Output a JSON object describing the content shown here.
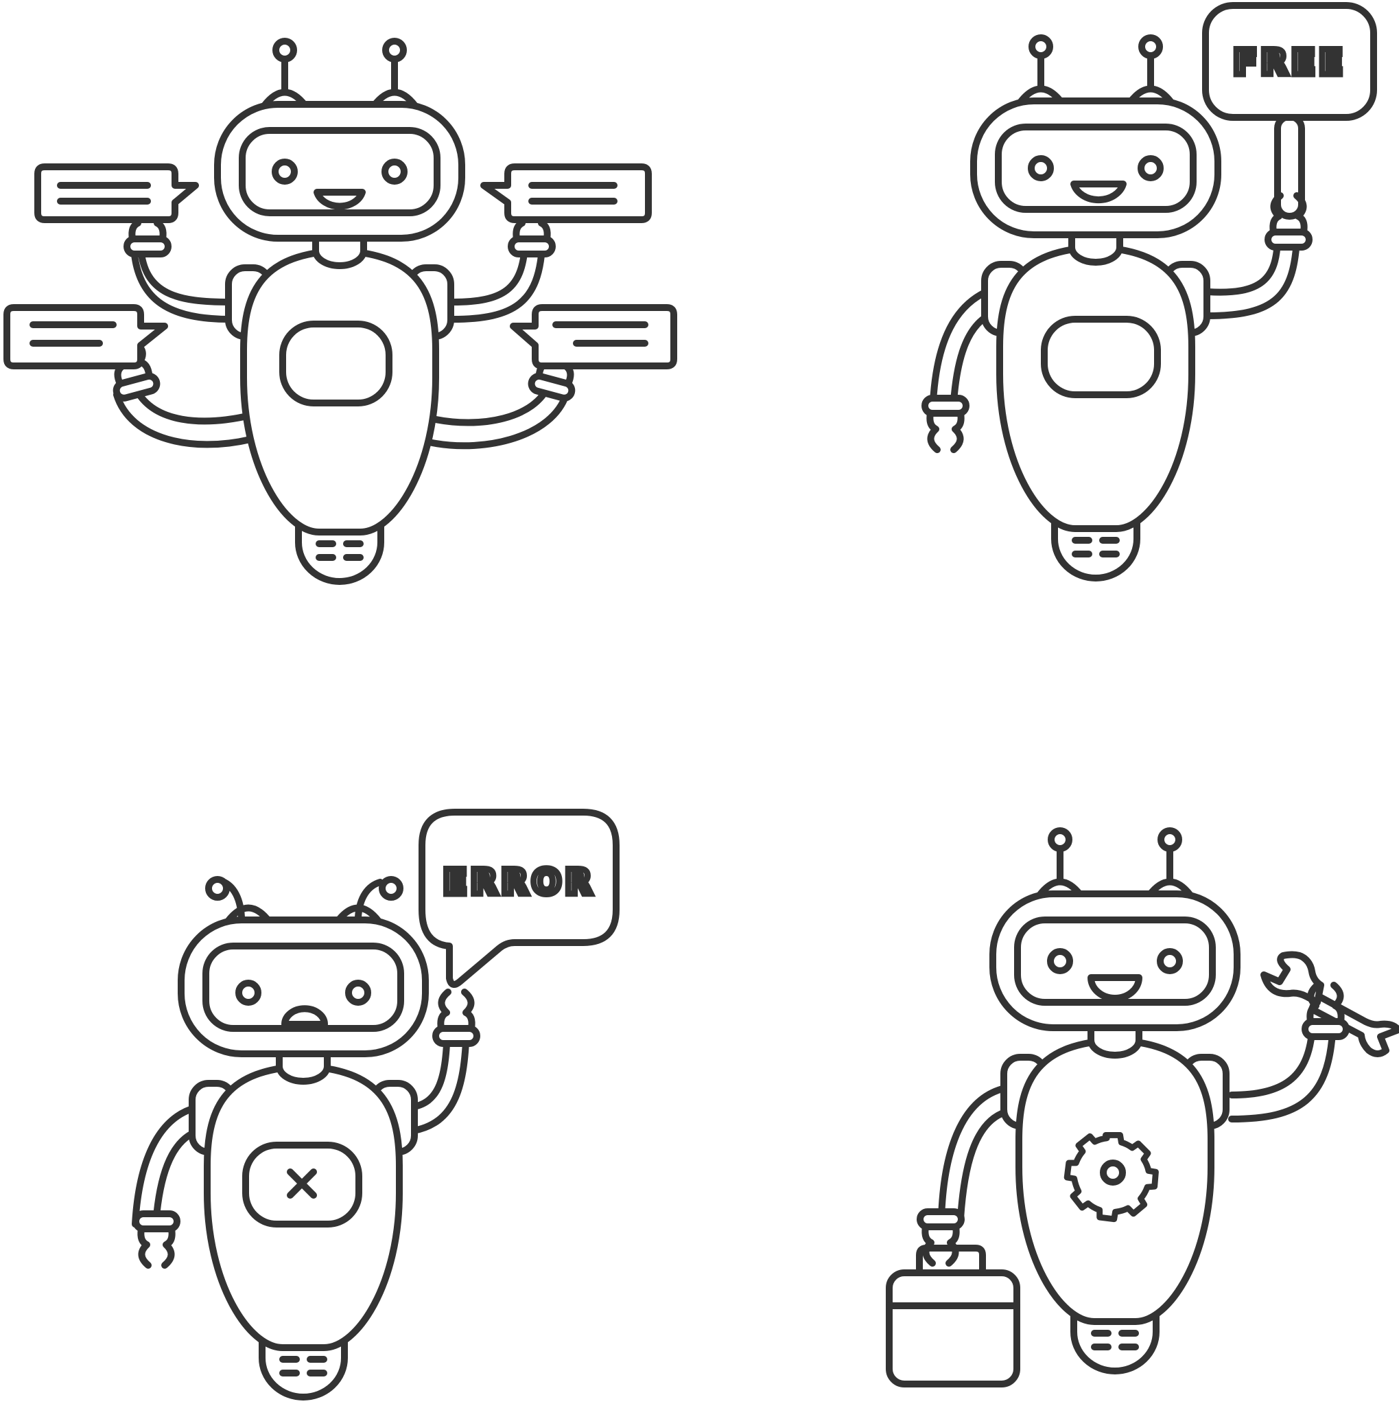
{
  "illustration": {
    "background": "#ffffff",
    "stroke_color": "#333333",
    "robots": [
      {
        "id": "chat",
        "icon": "chatbot-multiple-messages-icon"
      },
      {
        "id": "free",
        "icon": "chatbot-free-sign-icon",
        "sign_text": "FREE"
      },
      {
        "id": "error",
        "icon": "chatbot-error-message-icon",
        "bubble_text": "ERROR"
      },
      {
        "id": "repair",
        "icon": "chatbot-repair-wrench-toolbox-icon"
      }
    ]
  }
}
